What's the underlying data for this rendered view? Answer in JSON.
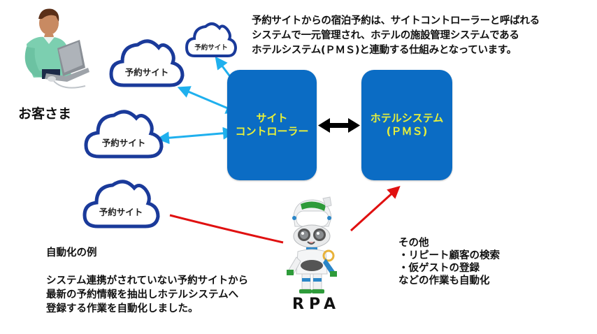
{
  "intro": {
    "lines": [
      "予約サイトからの宿泊予約は、サイトコントローラーと呼ばれる",
      "システムで一元管理され、ホテルの施設管理システムである",
      "ホテルシステム(ＰＭＳ)と連動する仕組みとなっています。"
    ]
  },
  "customer": {
    "label": "お客さま",
    "icon": "person-at-laptop-icon"
  },
  "clouds": [
    {
      "label": "予約サイト"
    },
    {
      "label": "予約サイト"
    },
    {
      "label": "予約サイト"
    },
    {
      "label": "予約サイト"
    }
  ],
  "site_controller": {
    "line1": "サイト",
    "line2": "コントローラー"
  },
  "hotel_system": {
    "line1": "ホテルシステム",
    "line2": "(ＰＭＳ)"
  },
  "automation": {
    "title": "自動化の例",
    "body": [
      "システム連携がされていない予約サイトから",
      "最新の予約情報を抽出しホテルシステムへ",
      "登録する作業を自動化しました。"
    ]
  },
  "others": {
    "lines": [
      "その他",
      "・リピート顧客の検索",
      "・仮ゲストの登録",
      "などの作業も自動化"
    ]
  },
  "rpa": {
    "label": "RPA",
    "icon": "robot-mascot-icon"
  },
  "colors": {
    "box_blue": "#0b6cc4",
    "box_text": "#e8f03a",
    "cloud_outline": "#1a3a9a",
    "link_arrow": "#1fb0ee",
    "rpa_arrow": "#e01010",
    "sync_arrow": "#000000"
  }
}
